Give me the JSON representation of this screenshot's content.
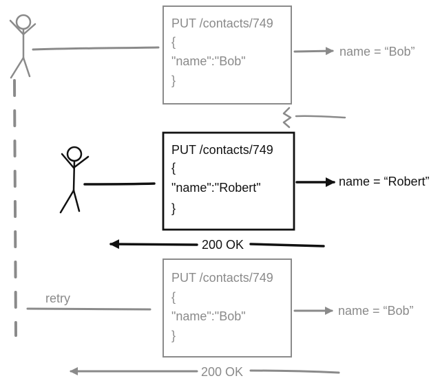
{
  "colors": {
    "gray": "#8a8a8a",
    "dark": "#111111",
    "background": "#ffffff"
  },
  "requests": [
    {
      "line1": "PUT /contacts/749",
      "line2": "{",
      "line3": "\"name\":\"Bob\"",
      "line4": "}",
      "result": "name = “Bob”",
      "emphasis": "gray"
    },
    {
      "line1": "PUT /contacts/749",
      "line2": "{",
      "line3": "\"name\":\"Robert\"",
      "line4": "}",
      "result": "name = “Robert”",
      "emphasis": "dark"
    },
    {
      "line1": "PUT /contacts/749",
      "line2": "{",
      "line3": "\"name\":\"Bob\"",
      "line4": "}",
      "result": "name = “Bob”",
      "emphasis": "gray"
    }
  ],
  "responses": [
    {
      "label": "200 OK",
      "emphasis": "dark"
    },
    {
      "label": "200 OK",
      "emphasis": "gray"
    }
  ],
  "retry_label": "retry",
  "actors": [
    {
      "icon": "stick-figure-icon",
      "emphasis": "gray"
    },
    {
      "icon": "stick-figure-icon",
      "emphasis": "dark"
    }
  ]
}
